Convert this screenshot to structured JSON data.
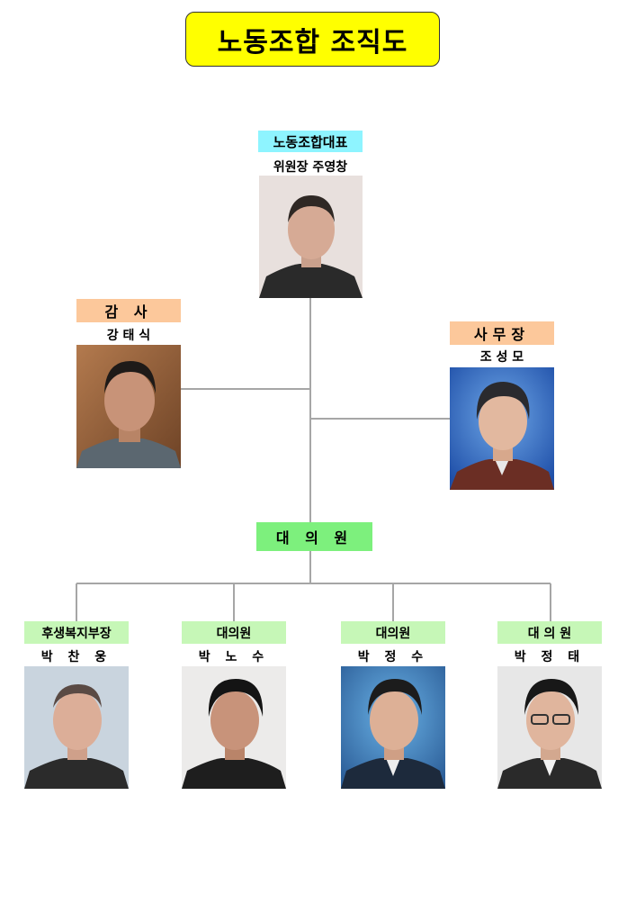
{
  "title": "노동조합 조직도",
  "colors": {
    "title_bg": "#ffff00",
    "leader_label_bg": "#8ef4ff",
    "officer_label_bg": "#fcc89b",
    "council_label_bg": "#7df07d",
    "member_label_bg": "#c6f7b7",
    "connector": "#a6a6a6"
  },
  "nodes": {
    "leader": {
      "role": "노동조합대표",
      "name": "위원장 주영창",
      "photo": "portrait-photo"
    },
    "auditor": {
      "role": "감 사",
      "name": "강 태 식",
      "photo": "portrait-photo"
    },
    "secretary": {
      "role": "사무장",
      "name": "조 성 모",
      "photo": "portrait-photo"
    },
    "council": {
      "role": "대 의 원"
    },
    "members": [
      {
        "role": "후생복지부장",
        "name": "박 찬 웅",
        "photo": "portrait-photo"
      },
      {
        "role": "대의원",
        "name": "박 노 수",
        "photo": "portrait-photo"
      },
      {
        "role": "대의원",
        "name": "박 정 수",
        "photo": "portrait-photo"
      },
      {
        "role": "대 의 원",
        "name": "박 정 태",
        "photo": "portrait-photo"
      }
    ]
  }
}
